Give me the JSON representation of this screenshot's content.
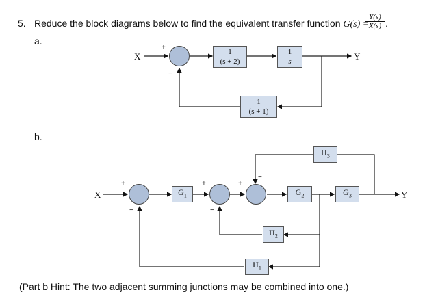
{
  "question": {
    "number": "5.",
    "text": "Reduce the block diagrams below to find the equivalent transfer function ",
    "formula_lhs": "G(s) = ",
    "formula_num": "Y(s)",
    "formula_den": "X(s)",
    "formula_end": "."
  },
  "part_a": {
    "label": "a.",
    "input_label": "X",
    "output_label": "Y",
    "plus": "+",
    "minus": "−",
    "block1": {
      "num": "1",
      "den": "(s + 2)"
    },
    "block2": {
      "num": "1",
      "den": "s"
    },
    "feedback": {
      "num": "1",
      "den": "(s + 1)"
    }
  },
  "part_b": {
    "label": "b.",
    "input_label": "X",
    "output_label": "Y",
    "plus": "+",
    "minus": "−",
    "g1": "G",
    "g1_sub": "1",
    "g2": "G",
    "g2_sub": "2",
    "g3": "G",
    "g3_sub": "3",
    "h1": "H",
    "h1_sub": "1",
    "h2": "H",
    "h2_sub": "2",
    "h3": "H",
    "h3_sub": "3"
  },
  "hint": "(Part b Hint: The two adjacent summing junctions may be combined into one.)"
}
